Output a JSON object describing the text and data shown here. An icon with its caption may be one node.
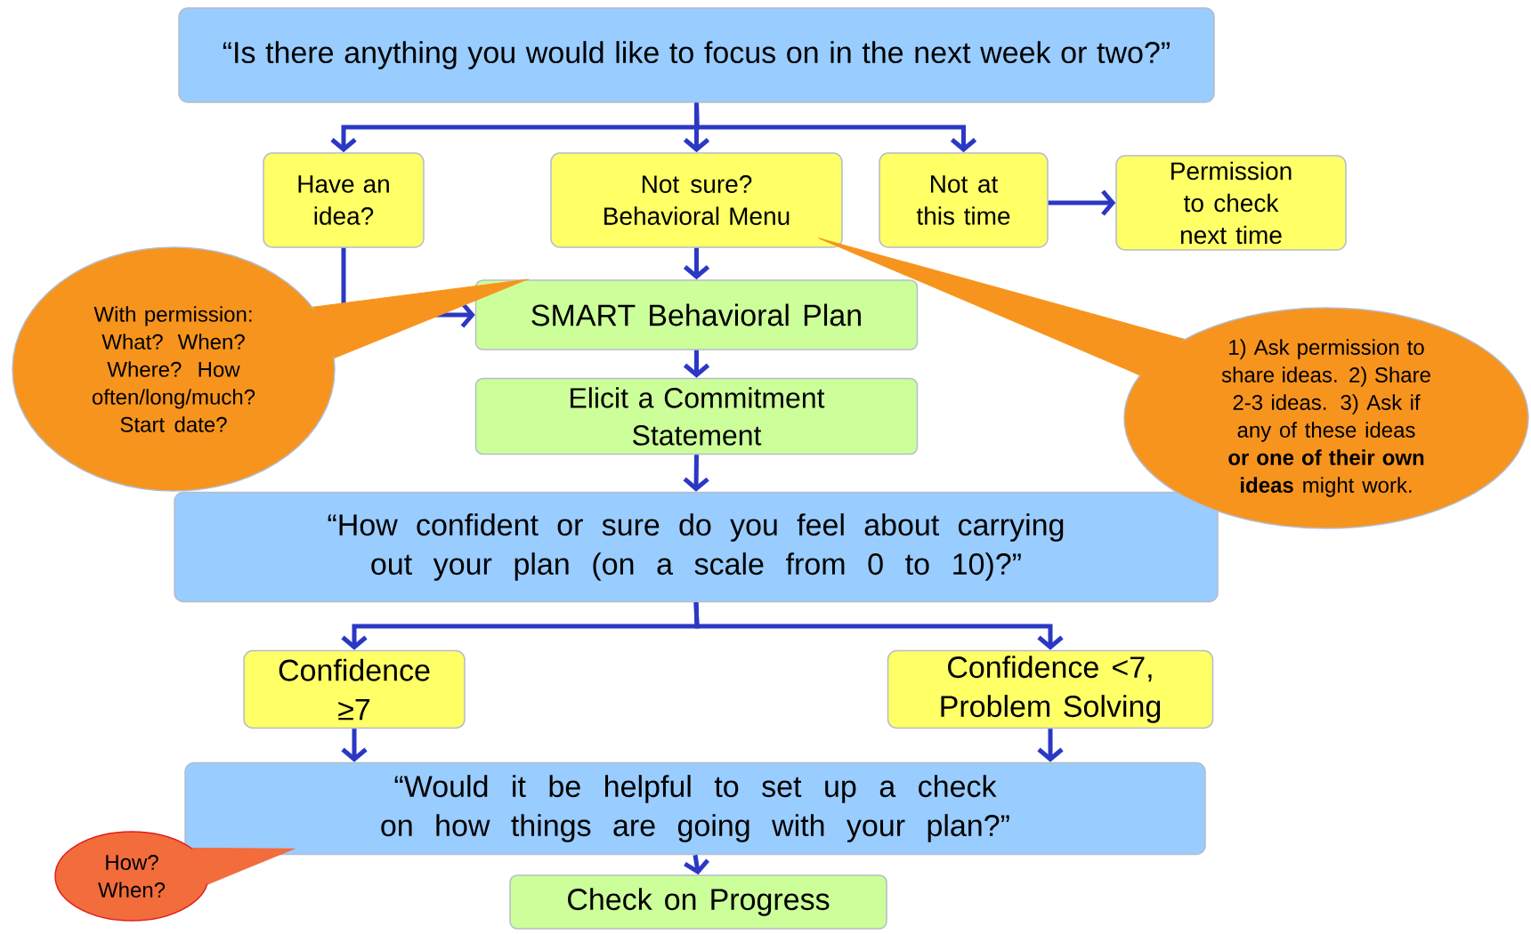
{
  "diagram": {
    "nodes": [
      {
        "text": [
          "“Is there anything you would like to focus on in the next week or two?”"
        ]
      },
      {
        "text": [
          "Have an idea?"
        ]
      },
      {
        "text": [
          "Not sure? Behavioral Menu"
        ]
      },
      {
        "text": [
          "Not at this time"
        ]
      },
      {
        "text": [
          "Permission to check next time"
        ]
      },
      {
        "text": [
          "SMART Behavioral Plan"
        ]
      },
      {
        "text": [
          "Elicit a Commitment Statement"
        ]
      },
      {
        "text": [
          "“How confident or sure do you feel about carrying out your plan (on a scale from 0 to 10)?”"
        ]
      },
      {
        "text": [
          "Confidence ≥7"
        ]
      },
      {
        "text": [
          "Confidence <7, Problem Solving"
        ]
      },
      {
        "text": [
          "“Would it be helpful to set up a check on how things are going with your plan?”"
        ]
      },
      {
        "text": [
          "Check on Progress"
        ]
      },
      {
        "text": [
          "With permission: What? When? Where? How often/long/much? Start date?"
        ]
      },
      {
        "text": [
          "1) Ask permission to share ideas. 2) Share 2-3 ideas. 3) Ask if any of these ideas **or one of their own ideas** might work."
        ]
      },
      {
        "text": [
          "How? When?"
        ]
      }
    ],
    "edges": [
      {
        "from": 0,
        "to": 1,
        "arrow": "to"
      },
      {
        "from": 0,
        "to": 2,
        "arrow": "to"
      },
      {
        "from": 0,
        "to": 3,
        "arrow": "to"
      },
      {
        "from": 3,
        "to": 4,
        "arrow": "to"
      },
      {
        "from": 2,
        "to": 5,
        "arrow": "to"
      },
      {
        "from": 1,
        "to": 5,
        "arrow": "to"
      },
      {
        "from": 5,
        "to": 6,
        "arrow": "to"
      },
      {
        "from": 6,
        "to": 7,
        "arrow": "to"
      },
      {
        "from": 7,
        "to": 8,
        "arrow": "to"
      },
      {
        "from": 7,
        "to": 9,
        "arrow": "to"
      },
      {
        "from": 8,
        "to": 10,
        "arrow": "to"
      },
      {
        "from": 9,
        "to": 10,
        "arrow": "to"
      },
      {
        "from": 10,
        "to": 11,
        "arrow": "to"
      },
      {
        "from": 12,
        "to": 5,
        "arrow": "none",
        "color": "#f7941d"
      },
      {
        "from": 13,
        "to": 2,
        "arrow": "none",
        "color": "#f7941d"
      },
      {
        "from": 14,
        "to": 10,
        "arrow": "none",
        "color": "#f26c3c"
      }
    ]
  }
}
